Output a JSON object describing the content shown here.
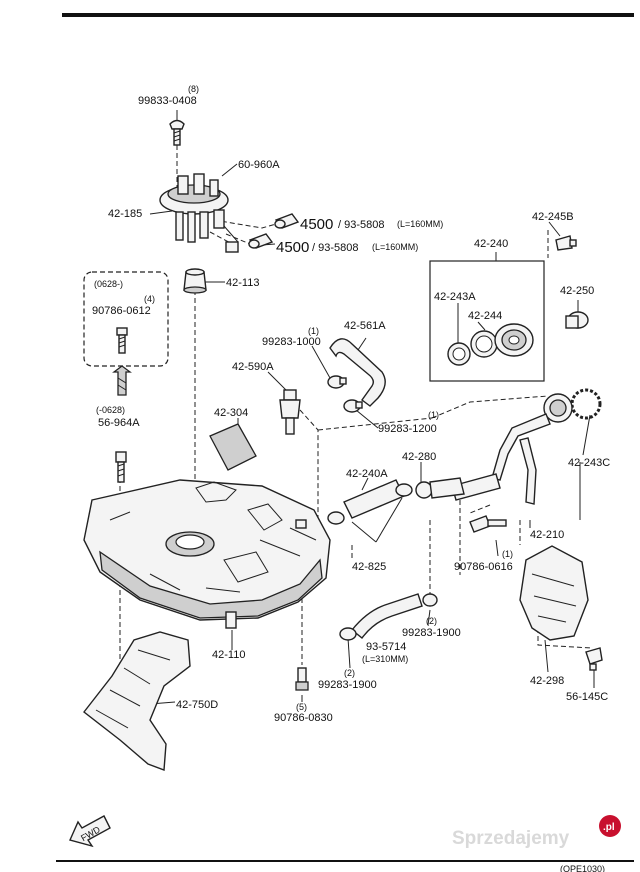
{
  "labels": {
    "p99833": "99833-0408",
    "p99833_qty": "(8)",
    "p60960a": "60-960A",
    "p42185": "42-185",
    "p4500a": "4500",
    "p4500a_spec": "/ 93-5808",
    "p4500a_len": "(L=160MM)",
    "p4500b": "4500",
    "p4500b_spec": "/ 93-5808",
    "p4500b_len": "(L=160MM)",
    "p42245b": "42-245B",
    "p42240": "42-240",
    "p42250": "42-250",
    "p42243a": "42-243A",
    "p42244": "42-244",
    "p42113": "42-113",
    "range_top": "(0628-)",
    "p90786_qty": "(4)",
    "p90786": "90786-0612",
    "range_bottom": "(-0628)",
    "p56964a": "56-964A",
    "p99283a_qty": "(1)",
    "p99283a": "99283-1000",
    "p42561a": "42-561A",
    "p42590a": "42-590A",
    "p99283b_qty": "(1)",
    "p99283b": "99283-1200",
    "p42304": "42-304",
    "p42243c": "42-243C",
    "p42240a": "42-240A",
    "p42280": "42-280",
    "p42825": "42-825",
    "p42210": "42-210",
    "p90786b_qty": "(1)",
    "p90786b": "90786-0616",
    "p99283c_qty": "(2)",
    "p99283c": "99283-1900",
    "p935714": "93-5714",
    "p935714_len": "(L=310MM)",
    "p99283d_qty": "(2)",
    "p99283d": "99283-1900",
    "p42110": "42-110",
    "p42298": "42-298",
    "p56145c": "56-145C",
    "p42750d": "42-750D",
    "p90786c": "90786-0830",
    "p90786c_qty": "(5)",
    "fwd": "FWD",
    "watermark": "Sprzedajemy",
    "watermark_tld": ".pl",
    "corner_code": "(OPE1030)"
  },
  "colors": {
    "line": "#222222",
    "part_fill": "#f4f4f4",
    "part_shade": "#cfcfcf",
    "watermark": "#d9d9d9",
    "watermark_badge": "#c8102e"
  }
}
